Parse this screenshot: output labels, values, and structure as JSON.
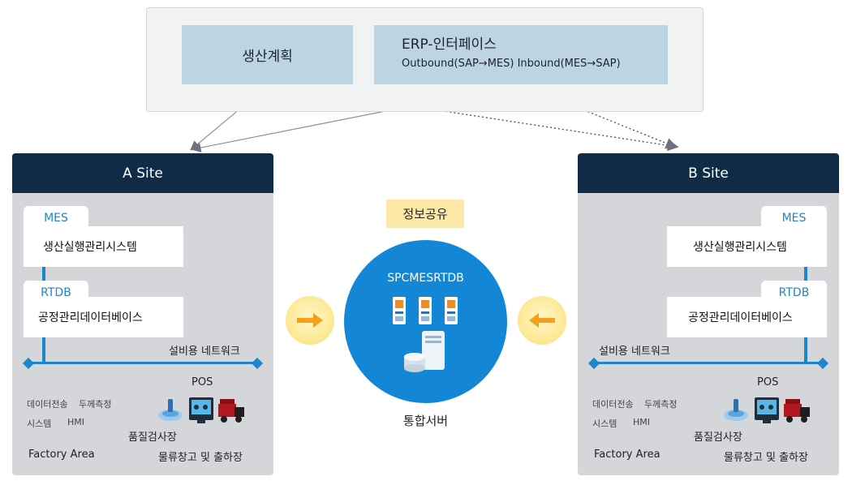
{
  "erp": {
    "plan_label": "생산계획",
    "erp_title": "ERP-인터페이스",
    "erp_subtitle": "Outbound(SAP→MES) Inbound(MES→SAP)"
  },
  "site_a": {
    "title": "A Site",
    "mes_tab": "MES",
    "mes_card": "생산실행관리시스템",
    "rtdb_tab": "RTDB",
    "rtdb_card": "공정관리데이터베이스",
    "network": "설비용 네트워크",
    "pos": "POS",
    "data_transfer": "데이터전송",
    "thickness": "두께측정",
    "system": "시스템",
    "hmi": "HMI",
    "quality": "품질검사장",
    "factory": "Factory Area",
    "logistics": "물류창고 및 출하장"
  },
  "site_b": {
    "title": "B Site",
    "mes_tab": "MES",
    "mes_card": "생산실행관리시스템",
    "rtdb_tab": "RTDB",
    "rtdb_card": "공정관리데이터베이스",
    "network": "설비용 네트워크",
    "pos": "POS",
    "data_transfer": "데이터전송",
    "thickness": "두께측정",
    "system": "시스템",
    "hmi": "HMI",
    "quality": "품질검사장",
    "factory": "Factory Area",
    "logistics": "물류창고 및 출하장"
  },
  "center": {
    "share_label": "정보공유",
    "db_name": "SPCMESRTDB",
    "server_label": "통합서버"
  },
  "colors": {
    "navy": "#0f2b48",
    "accent_blue": "#1d86cc",
    "light_blue": "#bdd5e3",
    "yellow": "#fbe8a6",
    "orange": "#f5a01c"
  },
  "icons": [
    "network-disc-icon",
    "monitor-icon",
    "truck-icon",
    "db-card-icon",
    "server-icon",
    "arrow-right-icon",
    "arrow-left-icon"
  ]
}
